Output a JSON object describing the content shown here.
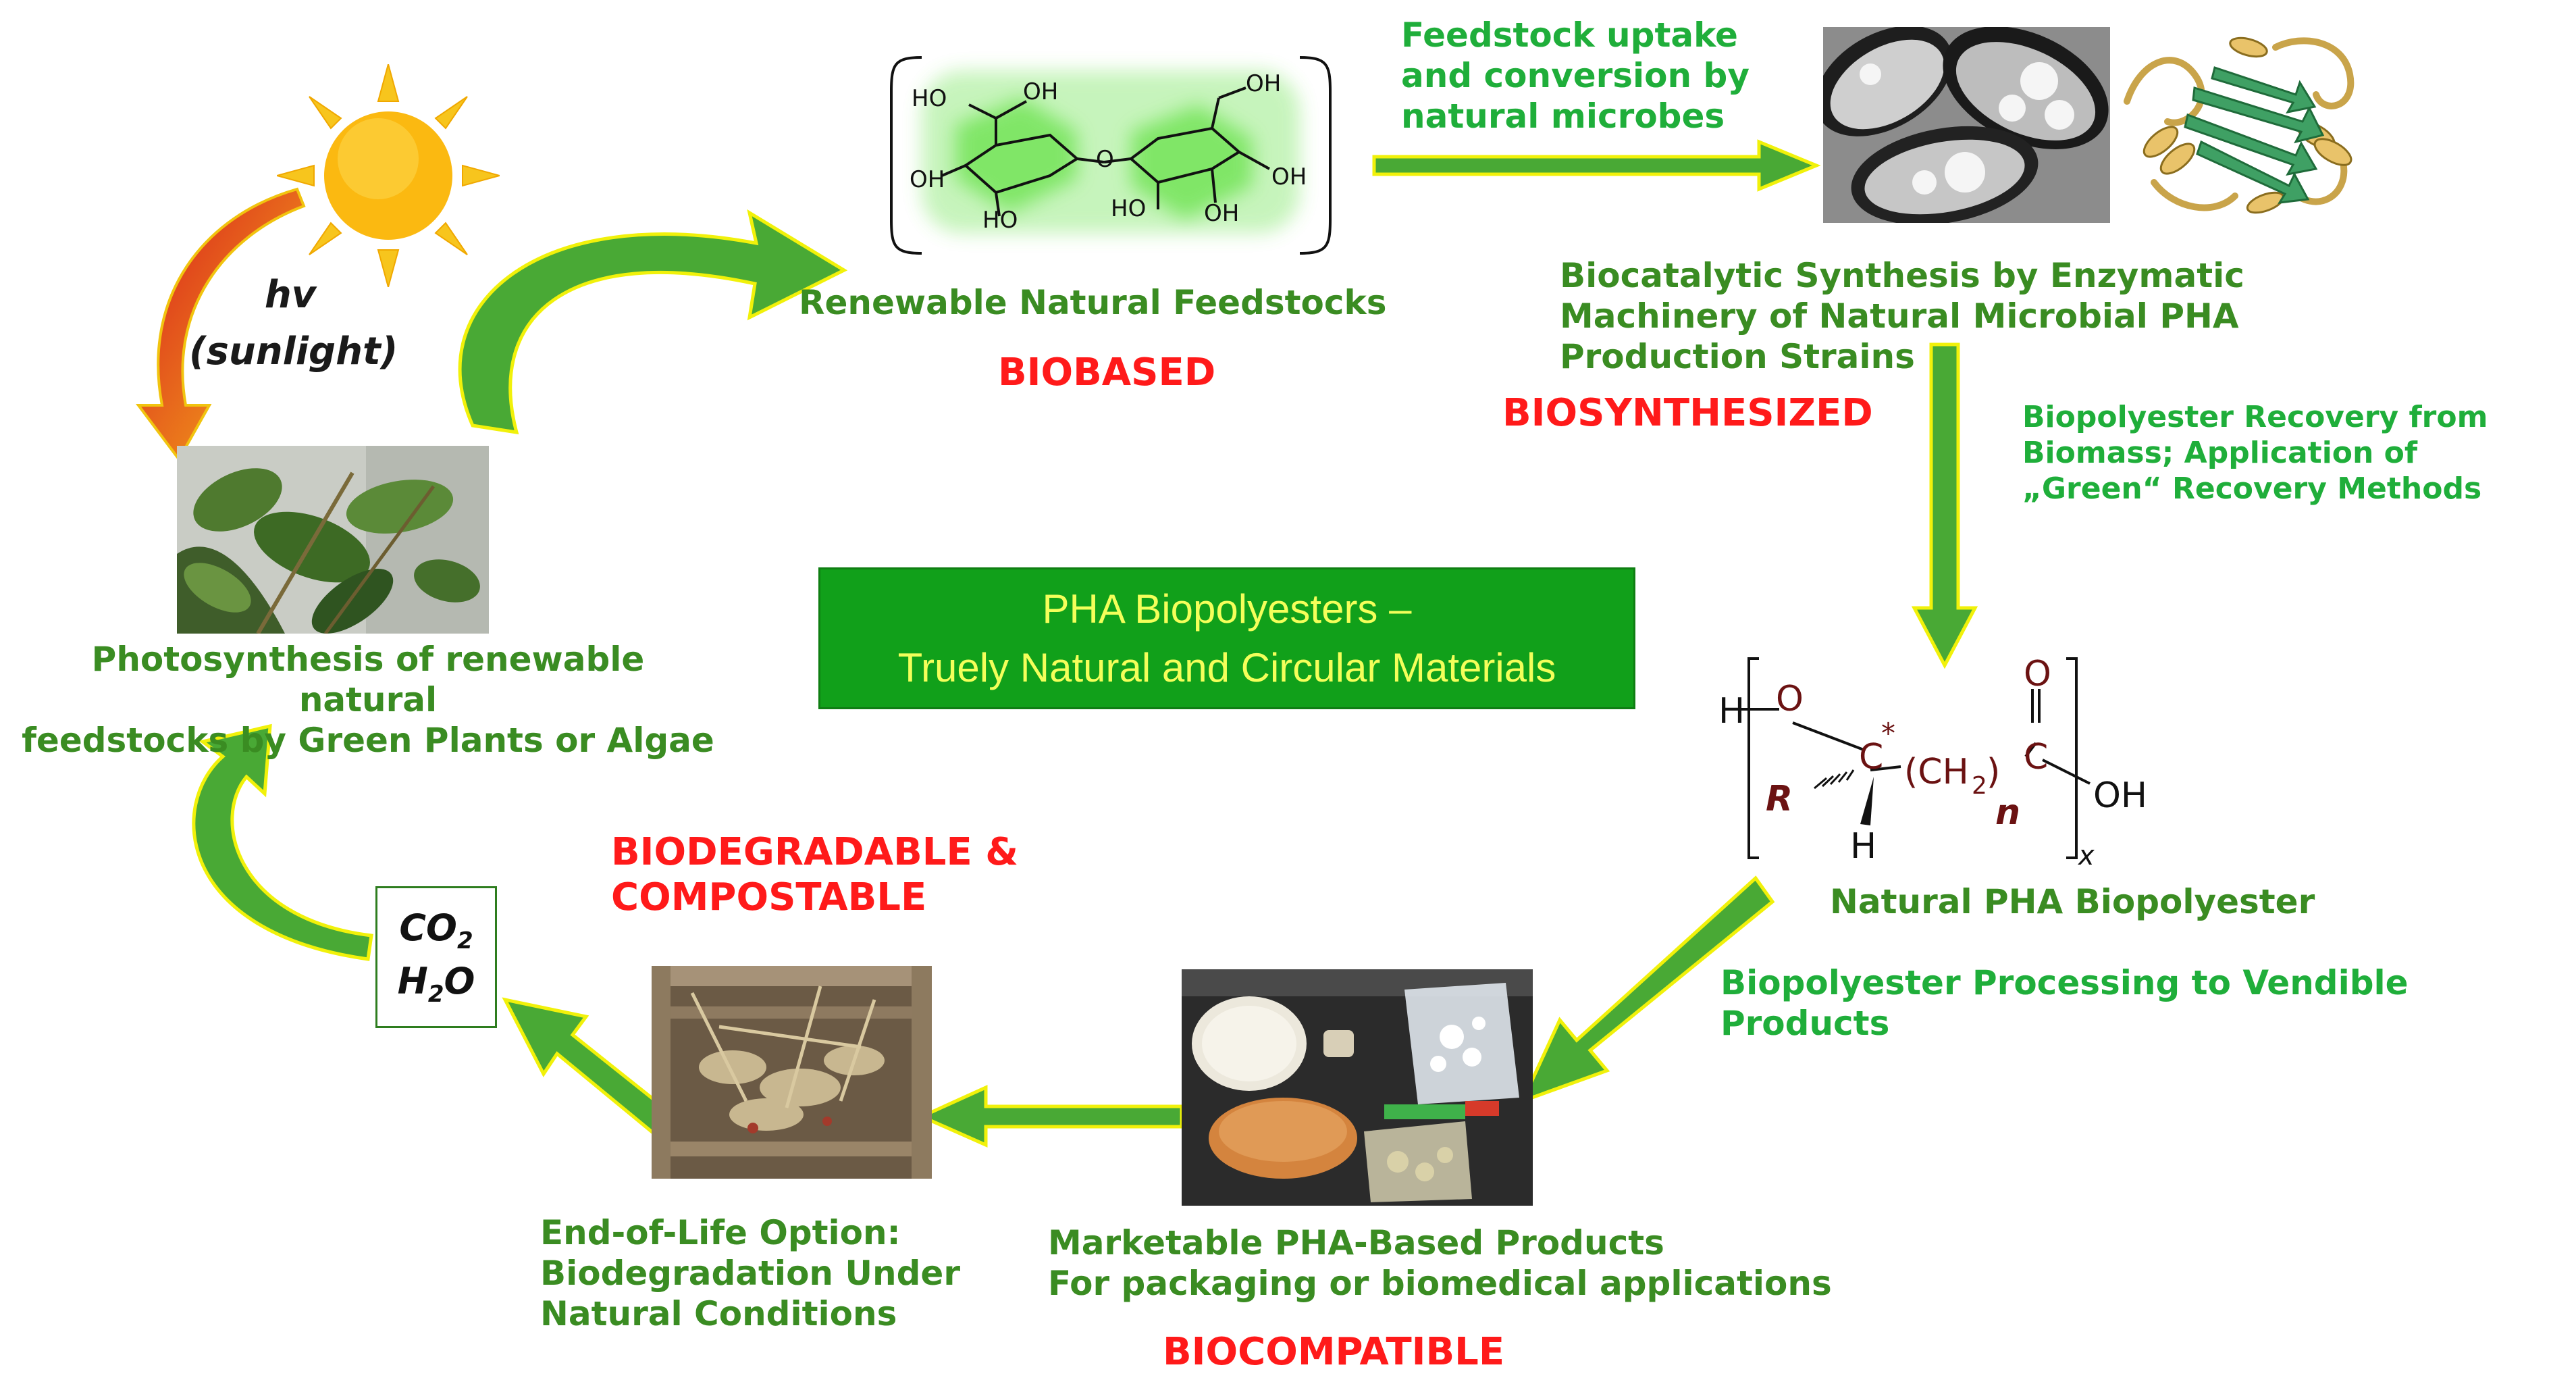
{
  "center": {
    "line1": "PHA Biopolyesters –",
    "line2": "Truely Natural and Circular Materials"
  },
  "sun": {
    "hv": "hv",
    "sunlight": "(sunlight)"
  },
  "photosynthesis": {
    "caption": "Photosynthesis of renewable natural\nfeedstocks by Green Plants or Algae"
  },
  "feedstock": {
    "caption": "Renewable Natural Feedstocks",
    "tag": "BIOBASED",
    "molecule_labels": [
      "HO",
      "OH",
      "OH",
      "O",
      "HO",
      "OH",
      "HO",
      "OH",
      "OH"
    ]
  },
  "uptake": {
    "caption": "Feedstock uptake\nand conversion by\nnatural microbes"
  },
  "biosynthesis": {
    "caption": "Biocatalytic Synthesis by Enzymatic\nMachinery of Natural Microbial PHA\nProduction Strains",
    "tag": "BIOSYNTHESIZED"
  },
  "recovery": {
    "caption": "Biopolyester Recovery from\nBiomass; Application of\n„Green“ Recovery Methods"
  },
  "polymer": {
    "caption": "Natural PHA Biopolyester",
    "labels": {
      "h_left": "H",
      "o_ring": "O",
      "c_star": "C",
      "star": "*",
      "r": "R",
      "h_bottom": "H",
      "ch2": "(CH",
      "two": "2",
      "paren": ")",
      "n": "n",
      "c_carbonyl": "C",
      "o_top": "O",
      "oh": "OH",
      "x": "x"
    }
  },
  "processing": {
    "caption": "Biopolyester Processing to Vendible Products"
  },
  "products": {
    "caption": "Marketable PHA-Based Products\nFor packaging or biomedical applications",
    "tag": "BIOCOMPATIBLE"
  },
  "end_of_life": {
    "caption": "End-of-Life Option:\nBiodegradation Under\nNatural Conditions",
    "tag": "BIODEGRADABLE &\nCOMPOSTABLE"
  },
  "co2": {
    "co": "CO",
    "co_sub": "2",
    "h": "H",
    "h_sub": "2",
    "o": "O"
  },
  "colors": {
    "arrow_fill": "#49a935",
    "arrow_edge": "#f1f10a",
    "title_red": "#ff1a1a",
    "caption_green": "#3a8c22",
    "center_fill": "#11a01a",
    "center_text": "#f4ff5a"
  }
}
